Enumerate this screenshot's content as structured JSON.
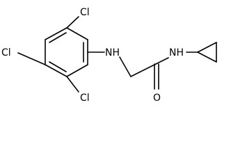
{
  "diagram": {
    "atoms": {
      "cl_top": "Cl",
      "cl_left": "Cl",
      "cl_bottom": "Cl",
      "nh_aryl": "NH",
      "nh_amide": "NH",
      "o_carbonyl": "O"
    }
  }
}
